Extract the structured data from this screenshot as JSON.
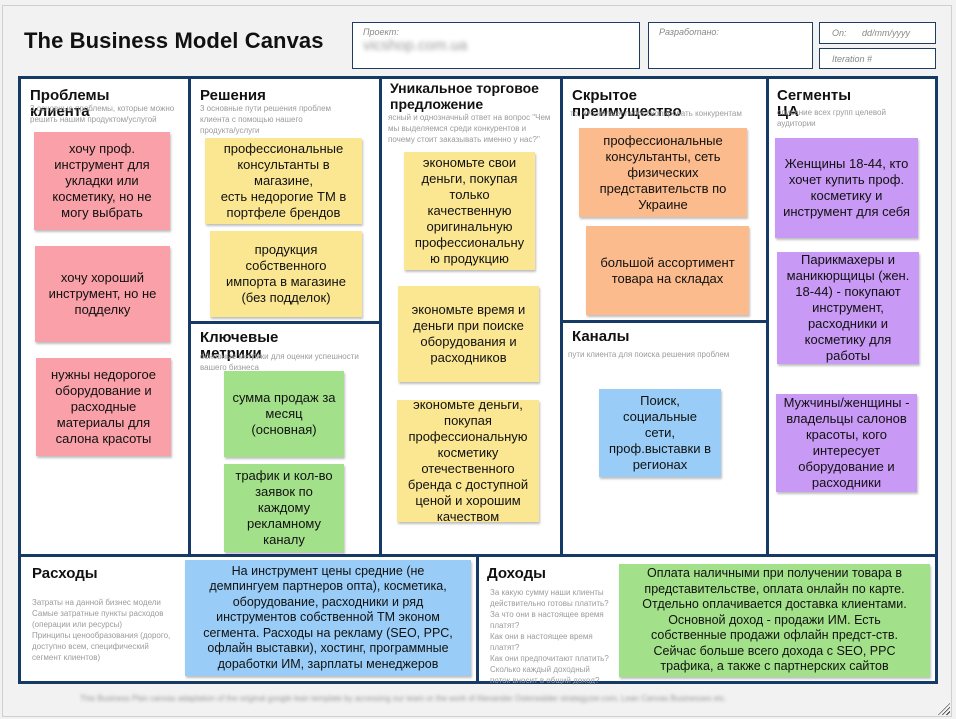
{
  "header": {
    "title": "The Business Model Canvas",
    "project_label": "Проект:",
    "project_value": "vicshop.com.ua",
    "developed_label": "Разработано:",
    "on_label": "On:",
    "on_value": "dd/mm/yyyy",
    "iteration_label": "Iteration #"
  },
  "colors": {
    "frame": "#163a66",
    "note_pink": "#f9a0a8",
    "note_yellow": "#fbe792",
    "note_green": "#a3e08a",
    "note_orange": "#fbbb8c",
    "note_blue": "#99cdf7",
    "note_purple": "#c899f5"
  },
  "blocks": {
    "problems": {
      "title": "Проблемы клиента",
      "desc": "3 основные проблемы, которые можно решить нашим продуктом/услугой",
      "notes": [
        "хочу проф.\nинструмент для\nукладки или\nкосметику, но не\nмогу выбрать",
        "хочу хороший\nинструмент, но не\nподделку",
        "нужны недорогое\nоборудование и\nрасходные\nматериалы для\nсалона красоты"
      ]
    },
    "solutions": {
      "title": "Решения",
      "desc": "3 основные пути решения проблем клиента с помощью нашего продукта/услуги",
      "notes": [
        "профессиональные\nконсультанты в\nмагазине,\nесть недорогие ТМ в\nпортфеле брендов",
        "продукция\nсобственного\nимпорта в магазине\n(без подделок)"
      ]
    },
    "metrics": {
      "title": "Ключевые метрики",
      "desc": "основные метрики для оценки успешности вашего бизнеса",
      "notes": [
        "сумма продаж за\nмесяц\n(основная)",
        "трафик и кол-во\nзаявок по\nкаждому\nрекламному\nканалу"
      ]
    },
    "uvp": {
      "title": "Уникальное торговое предложение",
      "desc": "ясный и однозначный ответ на вопрос \"Чем мы выделяемся среди конкурентов и почему стоит заказывать именно у нас?\"",
      "notes": [
        "экономьте свои\nденьги, покупая\nтолько\nкачественную\nоригинальную\nпрофессиональну\nю продукцию",
        "экономьте время и\nденьги при поиске\nоборудования и\nрасходников",
        "экономьте деньги,\nпокупая\nпрофессиональную\nкосметику\nотечественного\nбренда с доступной\nценой и хорошим\nкачеством"
      ]
    },
    "advantage": {
      "title": "Скрытое преимущество",
      "desc": "то, что нельзя легко скопировать конкурентам",
      "notes": [
        "профессиональные\nконсультанты, сеть\nфизических\nпредставительств по\nУкраине",
        "большой ассортимент\nтовара на складах"
      ]
    },
    "channels": {
      "title": "Каналы",
      "desc": "пути клиента для поиска решения проблем",
      "notes": [
        "Поиск,\nсоциальные\nсети,\nпроф.выставки в\nрегионах"
      ]
    },
    "segments": {
      "title": "Сегменты ЦА",
      "desc": "описание всех групп целевой аудитории",
      "notes": [
        "Женщины 18-44, кто\nхочет купить проф.\nкосметику и\nинструмент для себя",
        "Парикмахеры и\nманикюрщицы (жен.\n18-44) - покупают\nинструмент,\nрасходники и\nкосметику для\nработы",
        "Мужчины/женщины -\nвладельцы салонов\nкрасоты, кого\nинтересует\nоборудование и\nрасходники"
      ]
    },
    "costs": {
      "title": "Расходы",
      "desc": "Затраты на данной бизнес модели\nСамые затратные пункты расходов (операции или ресурсы)\nПринципы ценообразования (дорого, доступно всем, специфический сегмент клиентов)",
      "notes": [
        "На инструмент цены средние (не\nдемпингуем партнеров опта), косметика,\nоборудование, расходники и ряд\nинструментов собственной ТМ эконом\nсегмента. Расходы на рекламу (SEO, PPC,\nофлайн выставки), хостинг, программные\nдоработки ИМ, зарплаты менеджеров"
      ]
    },
    "revenue": {
      "title": "Доходы",
      "desc": "За какую сумму наши клиенты действительно готовы платить?\nЗа что они в настоящее время платят?\nКак они в настоящее время платят?\nКак они предпочитают платить?\nСколько каждый доходный поток вносит в общий доход?",
      "notes": [
        "Оплата наличными при получении товара в\nпредставительстве, оплата онлайн по карте.\nОтдельно оплачивается доставка клиентами.\nОсновной доход - продажи ИМ. Есть\nсобственные продажи офлайн предст-ств.\nСейчас больше всего дохода с SEO, PPC\nтрафика, а также с партнерских сайтов"
      ]
    }
  },
  "footer": {
    "text": "This Business Plan canvas adaptation of the original google lean template by accessing our team or the work of Alexander Osterwalder strategyzer.com, Lean Canvas Businesses etc."
  }
}
